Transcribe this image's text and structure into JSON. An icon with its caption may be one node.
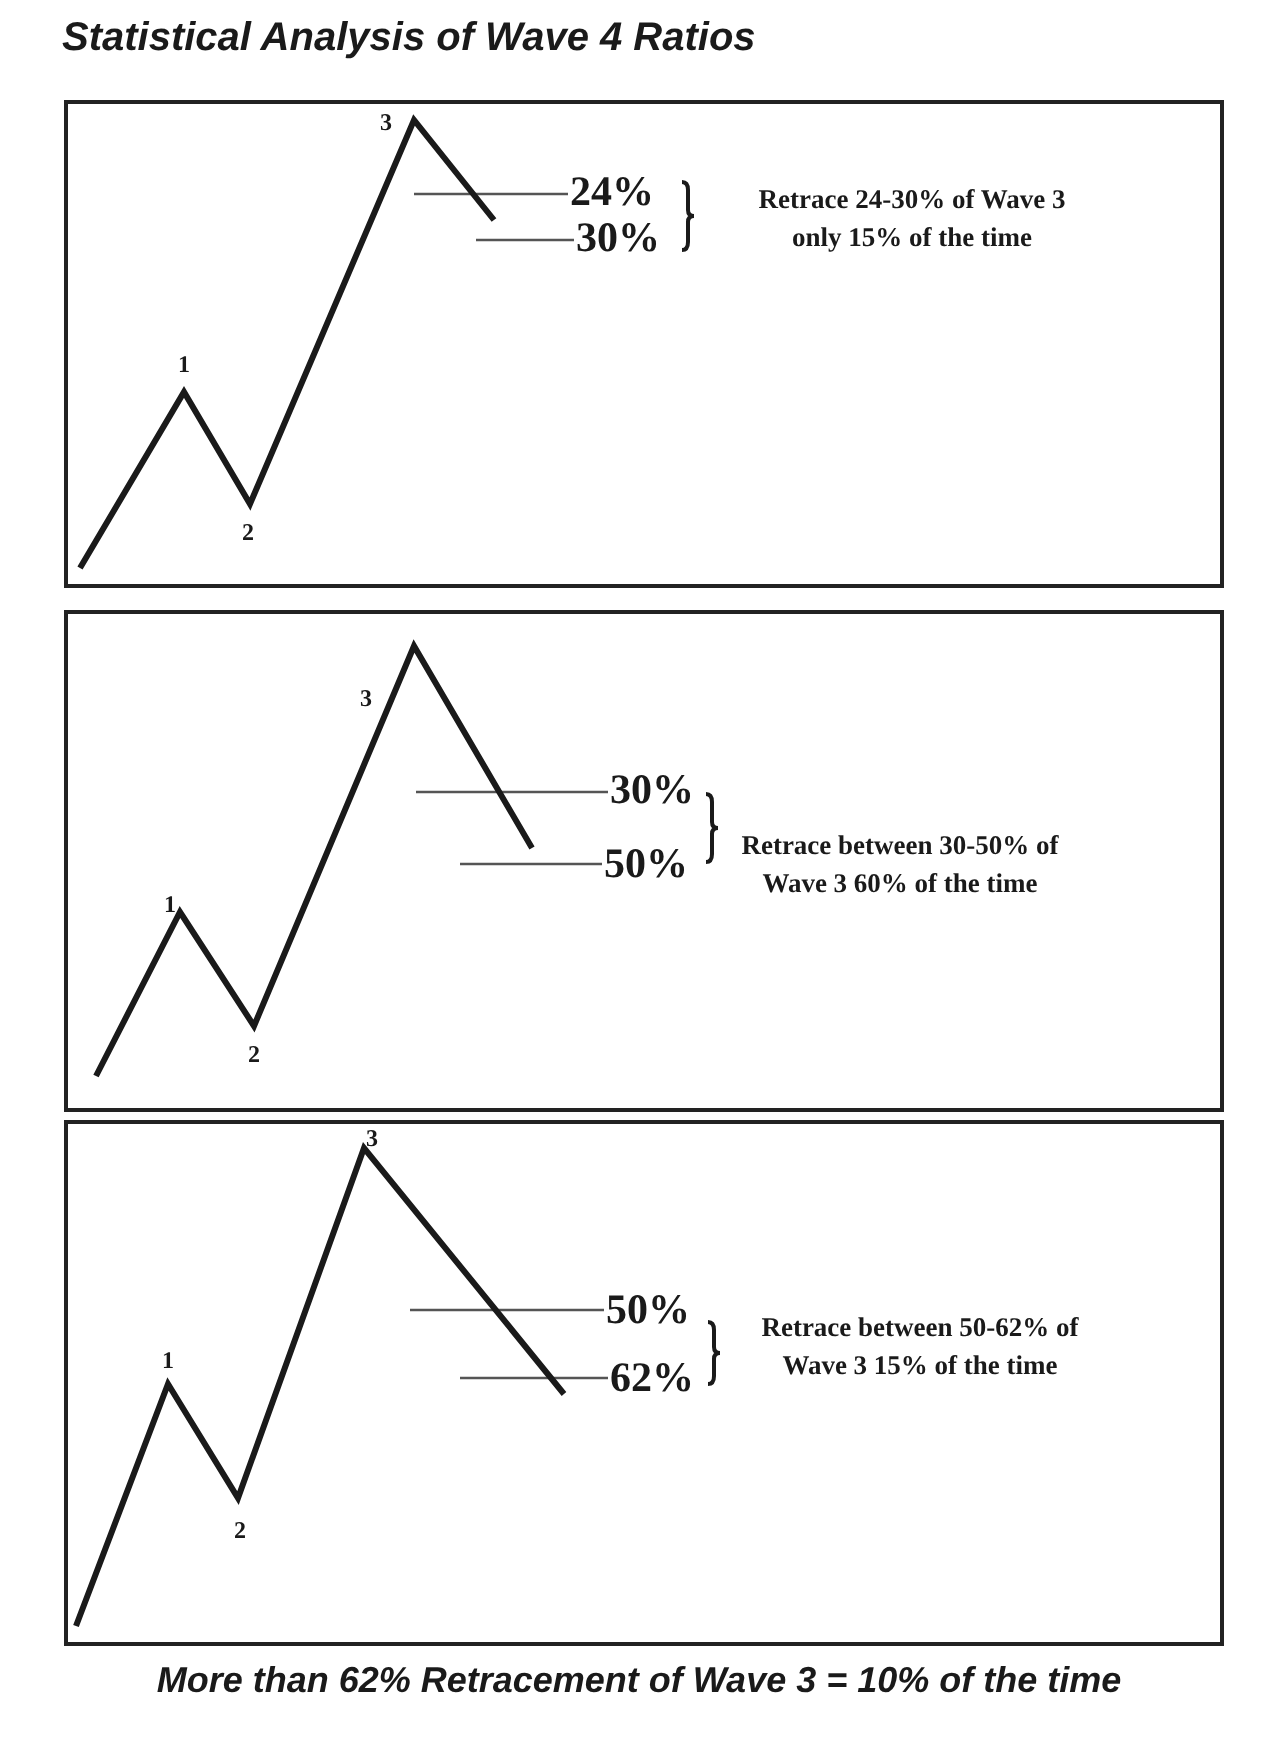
{
  "diagram": {
    "title": "Statistical Analysis of Wave 4 Ratios",
    "caption": "More than 62% Retracement of Wave 3 = 10% of the time",
    "nodes": [
      {
        "text": [
          "3",
          "24%",
          "30%",
          "Retrace 24-30% of Wave 3 only 15% of the time",
          "1",
          "2"
        ]
      },
      {
        "text": [
          "3",
          "30%",
          "50%",
          "Retrace between 30-50% of Wave 3 60% of the time",
          "1",
          "2"
        ]
      },
      {
        "text": [
          "3",
          "50%",
          "62%",
          "Retrace between 50-62% of Wave 3 15% of the time",
          "1",
          "2"
        ]
      }
    ]
  }
}
